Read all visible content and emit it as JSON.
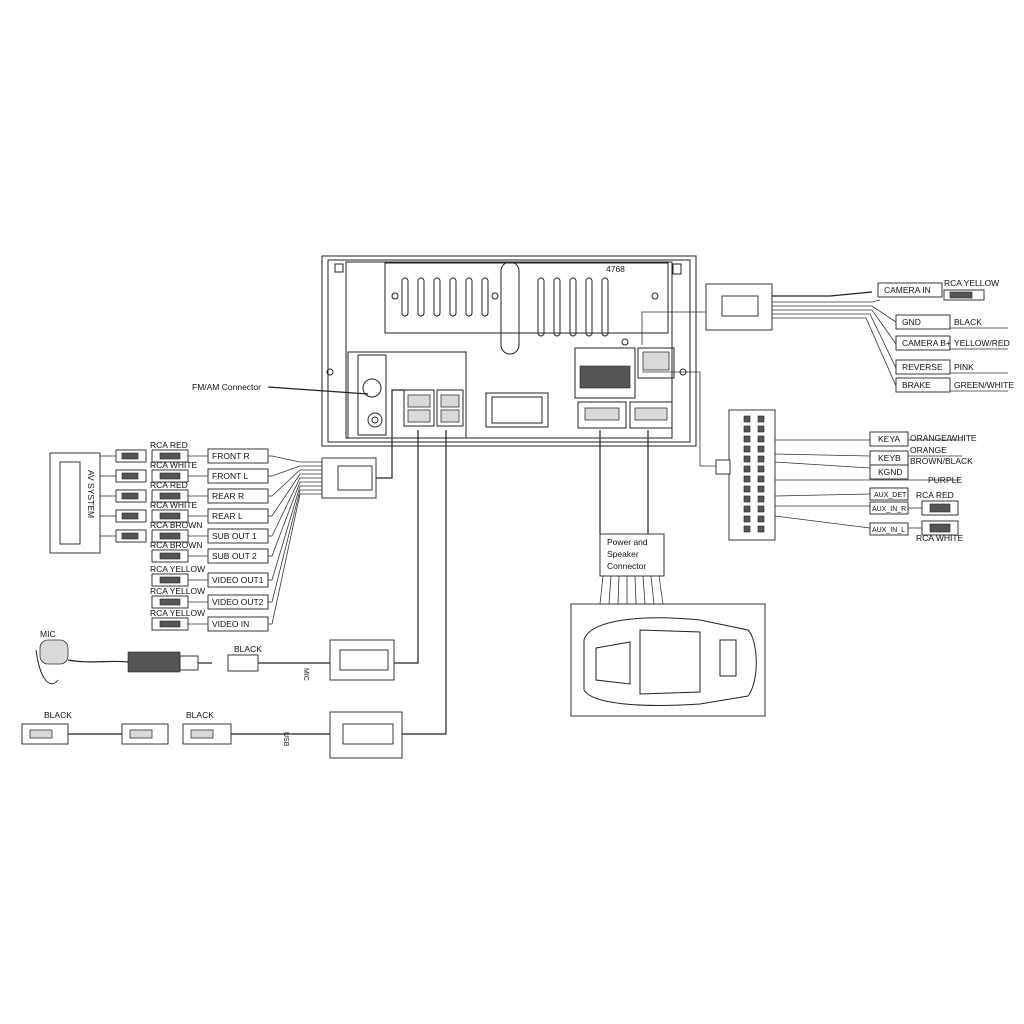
{
  "head_unit": {
    "model": "4768"
  },
  "fm_am_connector_label": "FM/AM Connector",
  "av_system_label": "AV SYSTEM",
  "rca_outputs": [
    {
      "cable": "RCA RED",
      "label": "FRONT R"
    },
    {
      "cable": "RCA WHITE",
      "label": "FRONT L"
    },
    {
      "cable": "RCA RED",
      "label": "REAR R"
    },
    {
      "cable": "RCA WHITE",
      "label": "REAR L"
    },
    {
      "cable": "RCA BROWN",
      "label": "SUB OUT 1"
    },
    {
      "cable": "RCA BROWN",
      "label": "SUB OUT 2"
    },
    {
      "cable": "RCA YELLOW",
      "label": "VIDEO OUT1"
    },
    {
      "cable": "RCA YELLOW",
      "label": "VIDEO OUT2"
    },
    {
      "cable": "RCA YELLOW",
      "label": "VIDEO IN"
    }
  ],
  "mic": {
    "label": "MIC",
    "cable_color": "BLACK",
    "connector_tag": "MIC"
  },
  "usb": {
    "cable_left": "BLACK",
    "cable_right": "BLACK",
    "connector_tag": "USB"
  },
  "power_speaker_label": [
    "Power and",
    "Speaker",
    "Connector"
  ],
  "camera_harness": [
    {
      "label": "CAMERA IN",
      "color": "RCA YELLOW"
    },
    {
      "label": "GND",
      "color": "BLACK"
    },
    {
      "label": "CAMERA B+",
      "color": "YELLOW/RED"
    },
    {
      "label": "REVERSE",
      "color": "PINK"
    },
    {
      "label": "BRAKE",
      "color": "GREEN/WHITE"
    }
  ],
  "aux_harness": {
    "keya": {
      "label": "KEYA",
      "color": "ORANGE/WHITE"
    },
    "keyb": {
      "label": "KEYB",
      "color_top": "ORANGE",
      "color_bottom": "BROWN/BLACK"
    },
    "kgnd": {
      "label": "KGND",
      "color": "PURPLE"
    },
    "aux_det": {
      "label": "AUX_DET",
      "color": "RCA RED"
    },
    "aux_in_r": {
      "label": "AUX_IN_R"
    },
    "aux_in_l": {
      "label": "AUX_IN_L",
      "color": "RCA WHITE"
    }
  }
}
